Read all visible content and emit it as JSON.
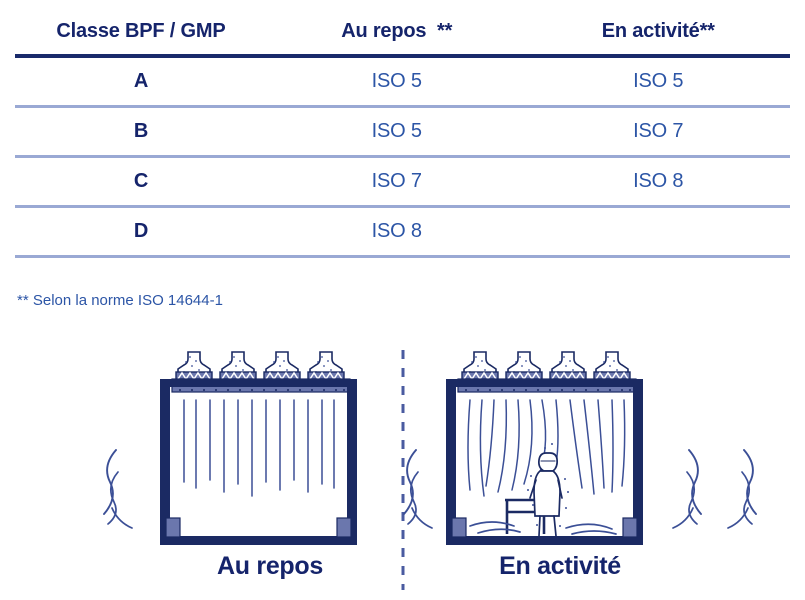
{
  "table": {
    "columns": [
      "Classe BPF / GMP",
      "Au repos  **",
      "En activité**"
    ],
    "rows": [
      {
        "classe": "A",
        "au_repos": "ISO 5",
        "en_activite": "ISO 5"
      },
      {
        "classe": "B",
        "au_repos": "ISO 5",
        "en_activite": "ISO 7"
      },
      {
        "classe": "C",
        "au_repos": "ISO 7",
        "en_activite": "ISO 8"
      },
      {
        "classe": "D",
        "au_repos": "ISO 8",
        "en_activite": ""
      }
    ],
    "footnote": "** Selon la norme ISO 14644-1"
  },
  "diagram": {
    "left_panel": {
      "label": "Au repos",
      "filter_count": 4,
      "airflow": "laminar-vertical",
      "occupants": 0
    },
    "right_panel": {
      "label": "En activité",
      "filter_count": 4,
      "airflow": "disturbed-turbulent",
      "occupants": 1,
      "furniture": "work-bench"
    }
  },
  "colors": {
    "header_text": "#15246b",
    "body_text": "#2c55a6",
    "header_rule": "#192a6b",
    "row_rule": "#9aa9d4",
    "wall": "#1b2a63",
    "plenum": "#6b77ad",
    "airflow_line": "#3b4f96",
    "divider": "#4a5ba0"
  }
}
